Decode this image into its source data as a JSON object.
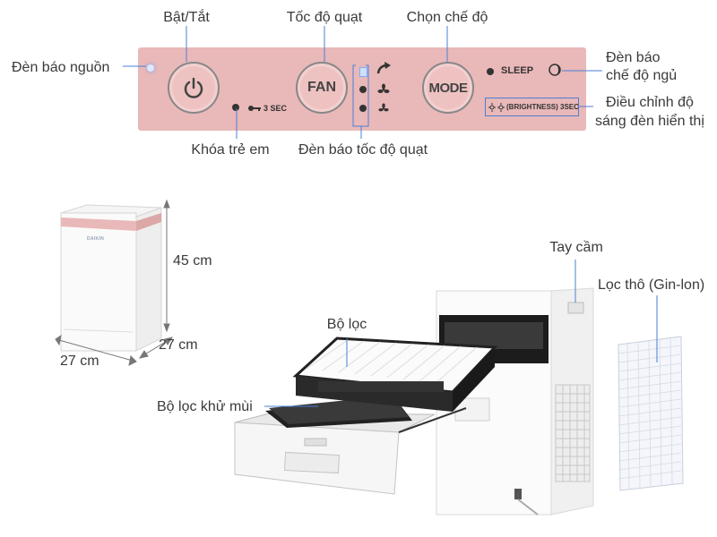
{
  "labels": {
    "power_toggle": "Bật/Tắt",
    "fan_speed": "Tốc độ quạt",
    "mode_select": "Chọn chế độ",
    "power_indicator": "Đèn báo nguồn",
    "sleep_indicator": "Đèn báo\nchế độ ngủ",
    "child_lock": "Khóa trẻ em",
    "fan_speed_indicator": "Đèn báo tốc độ quạt",
    "brightness_adjust": "Điều chỉnh độ\nsáng đèn hiển thị",
    "height": "45 cm",
    "depth": "27 cm",
    "width": "27 cm",
    "handle": "Tay cầm",
    "coarse_filter": "Lọc thô (Gin-lon)",
    "filter": "Bộ lọc",
    "deodorizing_filter": "Bộ lọc khử mùi"
  },
  "panel": {
    "power_button_icon": "power-icon",
    "fan_button": "FAN",
    "mode_button": "MODE",
    "lock_text": "3 SEC",
    "sleep_text": "SLEEP",
    "brightness_text": "(BRIGHTNESS) 3SEC",
    "accent_color": "#e9b8b8"
  },
  "brand": "DAIKIN"
}
